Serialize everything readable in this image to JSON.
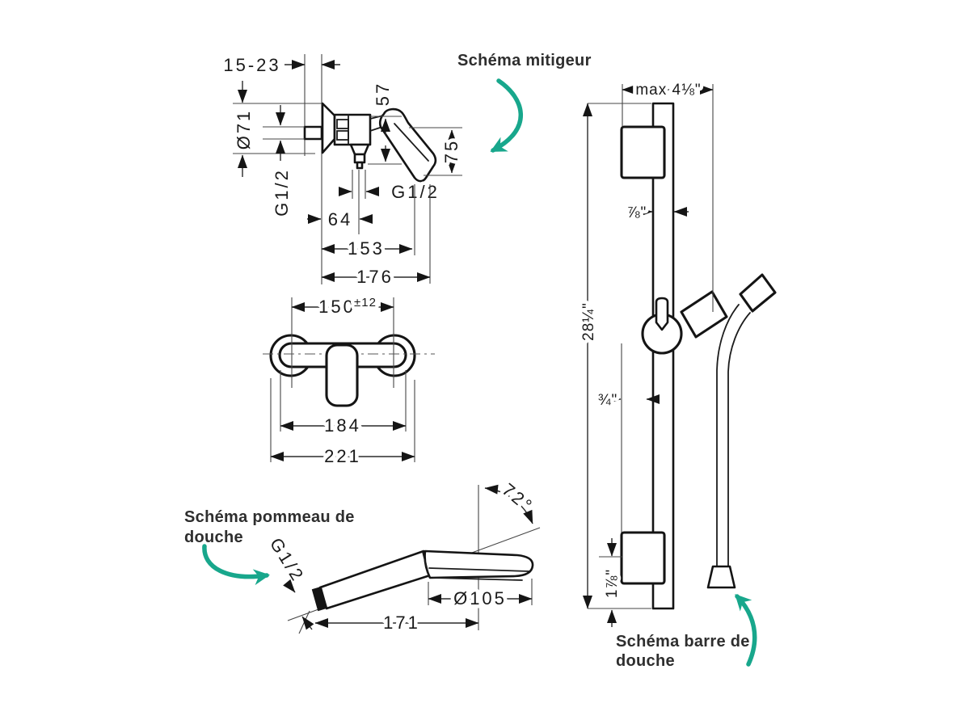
{
  "colors": {
    "background": "#ffffff",
    "line": "#141414",
    "dimension_text": "#1a1a1a",
    "caption_text": "#2e2e2e",
    "accent_teal": "#18A78C"
  },
  "captions": {
    "mixer": "Schéma mitigeur",
    "handshower_line1": "Schéma pommeau de",
    "handshower_line2": "douche",
    "bar_line1": "Schéma barre de",
    "bar_line2": "douche"
  },
  "mixer_side_view": {
    "dims": {
      "wall_depth_range": "15-23",
      "escutcheon_diameter": "Ø71",
      "supply_thread": "G1/2",
      "cartridge_height": "57",
      "handle_drop": "75",
      "outlet_thread": "G1/2",
      "outlet_offset": "64",
      "projection": "153",
      "total_projection": "176"
    }
  },
  "mixer_front_view": {
    "dims": {
      "connection_spacing": "150",
      "connection_tolerance": "±12",
      "body_width": "184",
      "overall_width": "221"
    }
  },
  "handshower_view": {
    "dims": {
      "spray_angle": "72°",
      "thread": "G1/2",
      "head_diameter": "Ø105",
      "overall_length": "171"
    }
  },
  "shower_bar_view": {
    "dims": {
      "max_wall_offset": "max 4⅛\"",
      "bar_diameter": "⅞\"",
      "bar_length": "28¼\"",
      "wall_clearance": "¾\"",
      "lower_mount_offset": "1⅞\""
    }
  }
}
